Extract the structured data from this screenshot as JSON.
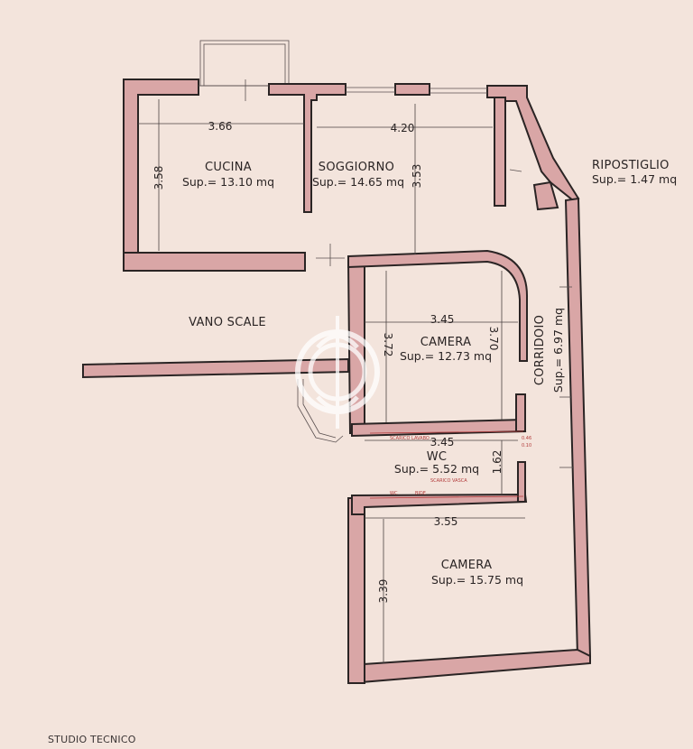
{
  "colors": {
    "paper": "#f3e4dc",
    "wall_fill": "#d9a6a6",
    "line": "#2a2424",
    "annotation": "#b23a3a"
  },
  "rooms": {
    "cucina": {
      "name": "CUCINA",
      "area": "Sup.= 13.10 mq",
      "width": "3.66",
      "height": "3.58"
    },
    "soggiorno": {
      "name": "SOGGIORNO",
      "area": "Sup.= 14.65 mq",
      "width": "4.20",
      "height": "3.53"
    },
    "ripostiglio": {
      "name": "RIPOSTIGLIO",
      "area": "Sup.= 1.47 mq"
    },
    "vano_scale": {
      "name": "VANO SCALE"
    },
    "camera1": {
      "name": "CAMERA",
      "area": "Sup.= 12.73 mq",
      "width": "3.45",
      "height_left": "3.72",
      "height_right": "3.70"
    },
    "corridoio": {
      "name": "CORRIDOIO",
      "area": "Sup.= 6.97 mq"
    },
    "wc": {
      "name": "WC",
      "area": "Sup.= 5.52 mq",
      "width": "3.45",
      "height": "1.62",
      "notes": [
        "SCARICO LAVABO",
        "SCARICO VASCA",
        "0.46",
        "0.10",
        "WC",
        "BIDE"
      ]
    },
    "camera2": {
      "name": "CAMERA",
      "area": "Sup.= 15.75 mq",
      "width": "3.55",
      "height": "3.39"
    }
  },
  "watermark": {
    "icon": "ornamental-monogram-logo"
  },
  "footer": {
    "text": "STUDIO TECNICO"
  }
}
